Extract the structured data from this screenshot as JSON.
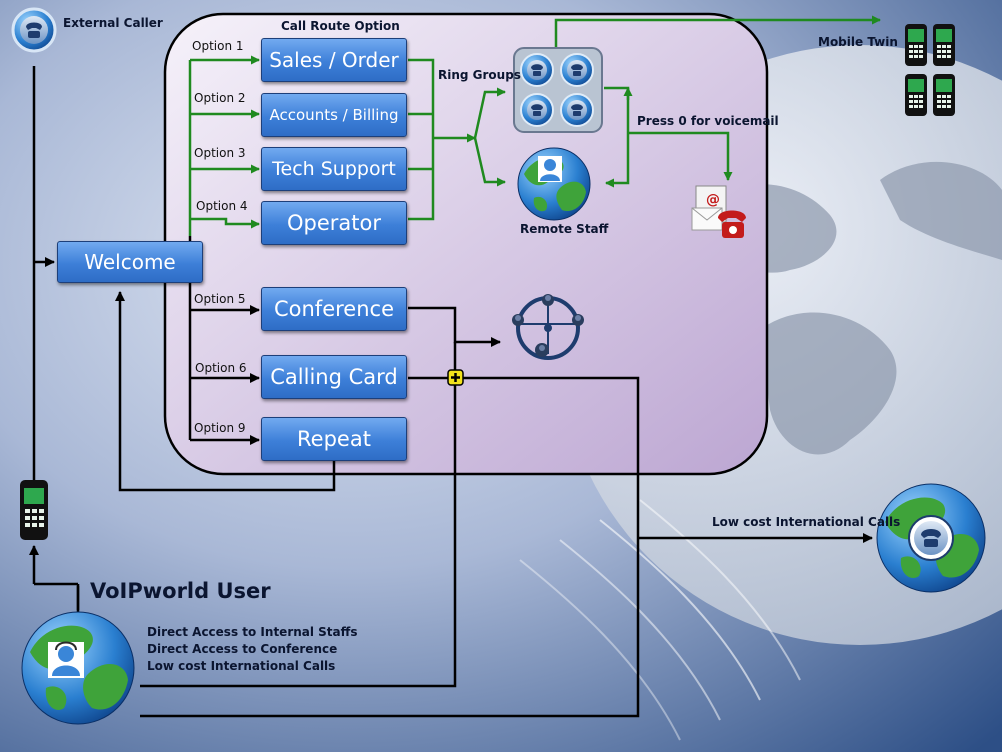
{
  "labels": {
    "external_caller": "External Caller",
    "call_route_option": "Call Route Option",
    "ring_groups": "Ring Groups",
    "press_zero": "Press 0 for voicemail",
    "remote_staff": "Remote Staff",
    "mobile_twin": "Mobile Twin",
    "low_cost": "Low cost International Calls",
    "voipworld_user": "VoIPworld User"
  },
  "options": [
    "Option 1",
    "Option 2",
    "Option 3",
    "Option 4",
    "Option 5",
    "Option 6",
    "Option 9"
  ],
  "boxes": {
    "welcome": "Welcome",
    "sales": "Sales / Order",
    "accounts": "Accounts / Billing",
    "tech": "Tech Support",
    "operator": "Operator",
    "conference": "Conference",
    "calling_card": "Calling Card",
    "repeat": "Repeat"
  },
  "features": [
    "Direct Access to Internal Staffs",
    "Direct Access to Conference",
    "Low cost International Calls"
  ],
  "icons": [
    "phone-icon",
    "phone-grid-icon",
    "globe-icon",
    "mobile-phone-icon",
    "voicemail-icon",
    "conference-network-icon"
  ],
  "colors": {
    "green_line": "#1f8a1f",
    "black_line": "#000000",
    "box_blue": "#3d7fd8",
    "panel": "#e6dcf0"
  }
}
